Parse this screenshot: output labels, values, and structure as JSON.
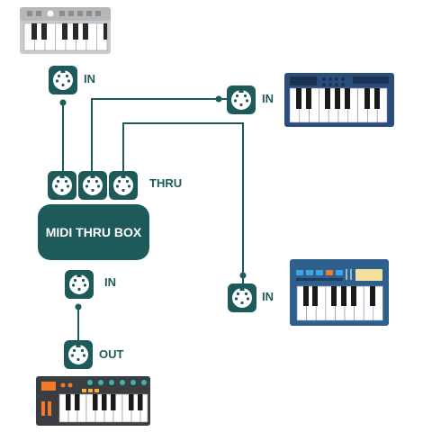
{
  "diagram": {
    "box_label": "MIDI THRU BOX",
    "labels": {
      "top_in": "IN",
      "right_in_1": "IN",
      "thru": "THRU",
      "box_in": "IN",
      "right_in_2": "IN",
      "out": "OUT"
    },
    "colors": {
      "accent": "#1f5a5a",
      "line": "#1f5a5a",
      "port_face": "#ffffff"
    },
    "icons": {
      "midi_port": "midi-din-5pin-icon",
      "keyboard_grey": "keyboard-icon",
      "keyboard_navy": "keyboard-icon",
      "keyboard_blue": "synth-keyboard-icon",
      "keyboard_dark": "controller-keyboard-icon"
    }
  }
}
